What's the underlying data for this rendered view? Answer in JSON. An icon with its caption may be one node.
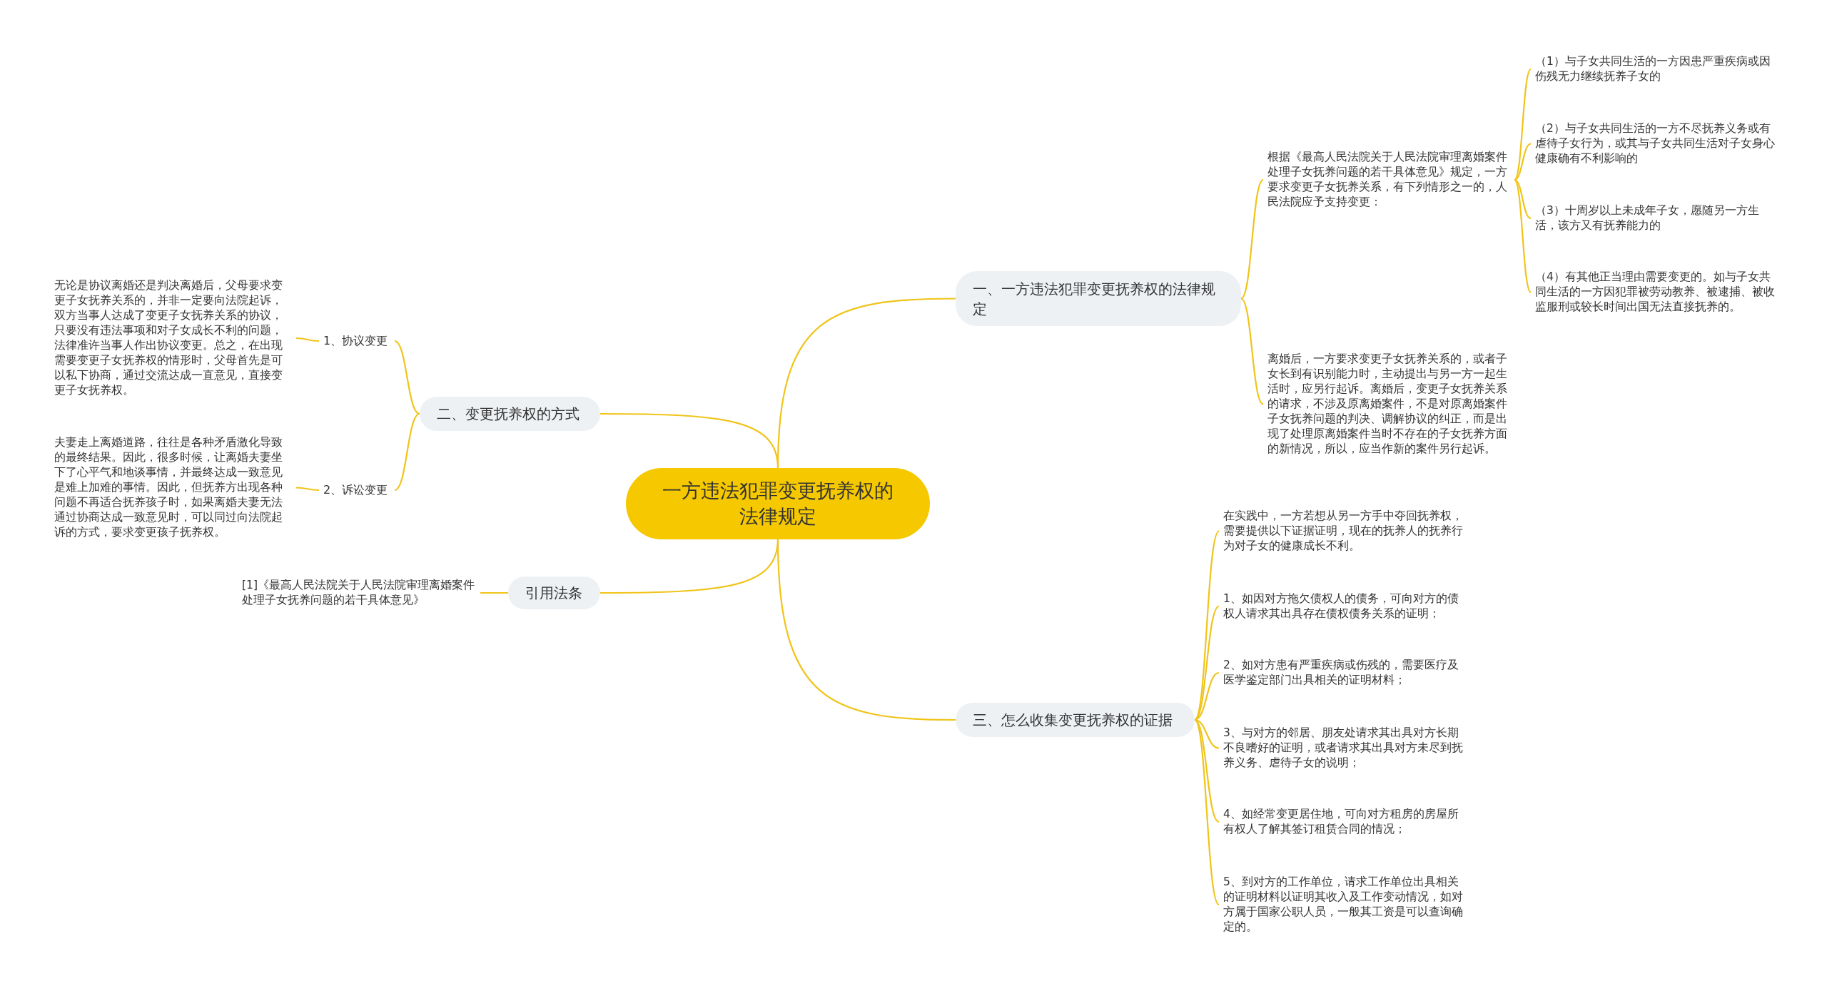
{
  "diagram": {
    "nodes": [
      {
        "text": [
          "一方违法犯罪变更抚养权的法律规定"
        ]
      },
      {
        "text": [
          "一、一方违法犯罪变更抚养权的法律规定"
        ]
      },
      {
        "text": [
          "根据《最高人民法院关于人民法院审理离婚案件处理子女抚养问题的若干具体意见》规定，一方要求变更子女抚养关系，有下列情形之一的，人民法院应予支持变更："
        ]
      },
      {
        "text": [
          "（1）与子女共同生活的一方因患严重疾病或因伤残无力继续抚养子女的"
        ]
      },
      {
        "text": [
          "（2）与子女共同生活的一方不尽抚养义务或有虐待子女行为，或其与子女共同生活对子女身心健康确有不利影响的"
        ]
      },
      {
        "text": [
          "（3）十周岁以上未成年子女，愿随另一方生活，该方又有抚养能力的"
        ]
      },
      {
        "text": [
          "（4）有其他正当理由需要变更的。如与子女共同生活的一方因犯罪被劳动教养、被逮捕、被收监服刑或较长时间出国无法直接抚养的。"
        ]
      },
      {
        "text": [
          "离婚后，一方要求变更子女抚养关系的，或者子女长到有识别能力时，主动提出与另一方一起生活时，应另行起诉。离婚后，变更子女抚养关系的请求，不涉及原离婚案件，不是对原离婚案件子女抚养问题的判决、调解协议的纠正，而是出现了处理原离婚案件当时不存在的子女抚养方面的新情况，所以，应当作新的案件另行起诉。"
        ]
      },
      {
        "text": [
          "二、变更抚养权的方式"
        ]
      },
      {
        "text": [
          "1、协议变更"
        ]
      },
      {
        "text": [
          "无论是协议离婚还是判决离婚后，父母要求变更子女抚养关系的，并非一定要向法院起诉，双方当事人达成了变更子女抚养关系的协议，只要没有违法事项和对子女成长不利的问题，法律准许当事人作出协议变更。总之，在出现需要变更子女抚养权的情形时，父母首先是可以私下协商，通过交流达成一直意见，直接变更子女抚养权。"
        ]
      },
      {
        "text": [
          "2、诉讼变更"
        ]
      },
      {
        "text": [
          "夫妻走上离婚道路，往往是各种矛盾激化导致的最终结果。因此，很多时候，让离婚夫妻坐下了心平气和地谈事情，并最终达成一致意见是难上加难的事情。因此，但抚养方出现各种问题不再适合抚养孩子时，如果离婚夫妻无法通过协商达成一致意见时，可以同过向法院起诉的方式，要求变更孩子抚养权。"
        ]
      },
      {
        "text": [
          "引用法条"
        ]
      },
      {
        "text": [
          "[1]《最高人民法院关于人民法院审理离婚案件处理子女抚养问题的若干具体意见》"
        ]
      },
      {
        "text": [
          "三、怎么收集变更抚养权的证据"
        ]
      },
      {
        "text": [
          "在实践中，一方若想从另一方手中夺回抚养权，需要提供以下证据证明，现在的抚养人的抚养行为对子女的健康成长不利。"
        ]
      },
      {
        "text": [
          "1、如因对方拖欠债权人的债务，可向对方的债权人请求其出具存在债权债务关系的证明；"
        ]
      },
      {
        "text": [
          "2、如对方患有严重疾病或伤残的，需要医疗及医学鉴定部门出具相关的证明材料；"
        ]
      },
      {
        "text": [
          "3、与对方的邻居、朋友处请求其出具对方长期不良嗜好的证明，或者请求其出具对方未尽到抚养义务、虐待子女的说明；"
        ]
      },
      {
        "text": [
          "4、如经常变更居住地，可向对方租房的房屋所有权人了解其签订租赁合同的情况；"
        ]
      },
      {
        "text": [
          "5、到对方的工作单位，请求工作单位出具相关的证明材料以证明其收入及工作变动情况，如对方属于国家公职人员，一般其工资是可以查询确定的。"
        ]
      }
    ],
    "edges": [
      {
        "from": 0,
        "to": 1,
        "arrow": "none"
      },
      {
        "from": 1,
        "to": 2,
        "arrow": "none"
      },
      {
        "from": 2,
        "to": 3,
        "arrow": "none"
      },
      {
        "from": 2,
        "to": 4,
        "arrow": "none"
      },
      {
        "from": 2,
        "to": 5,
        "arrow": "none"
      },
      {
        "from": 2,
        "to": 6,
        "arrow": "none"
      },
      {
        "from": 1,
        "to": 7,
        "arrow": "none"
      },
      {
        "from": 0,
        "to": 8,
        "arrow": "none"
      },
      {
        "from": 8,
        "to": 9,
        "arrow": "none"
      },
      {
        "from": 9,
        "to": 10,
        "arrow": "none"
      },
      {
        "from": 8,
        "to": 11,
        "arrow": "none"
      },
      {
        "from": 11,
        "to": 12,
        "arrow": "none"
      },
      {
        "from": 0,
        "to": 13,
        "arrow": "none"
      },
      {
        "from": 13,
        "to": 14,
        "arrow": "none"
      },
      {
        "from": 0,
        "to": 15,
        "arrow": "none"
      },
      {
        "from": 15,
        "to": 16,
        "arrow": "none"
      },
      {
        "from": 15,
        "to": 17,
        "arrow": "none"
      },
      {
        "from": 15,
        "to": 18,
        "arrow": "none"
      },
      {
        "from": 15,
        "to": 19,
        "arrow": "none"
      },
      {
        "from": 15,
        "to": 20,
        "arrow": "none"
      },
      {
        "from": 15,
        "to": 21,
        "arrow": "none"
      }
    ]
  }
}
